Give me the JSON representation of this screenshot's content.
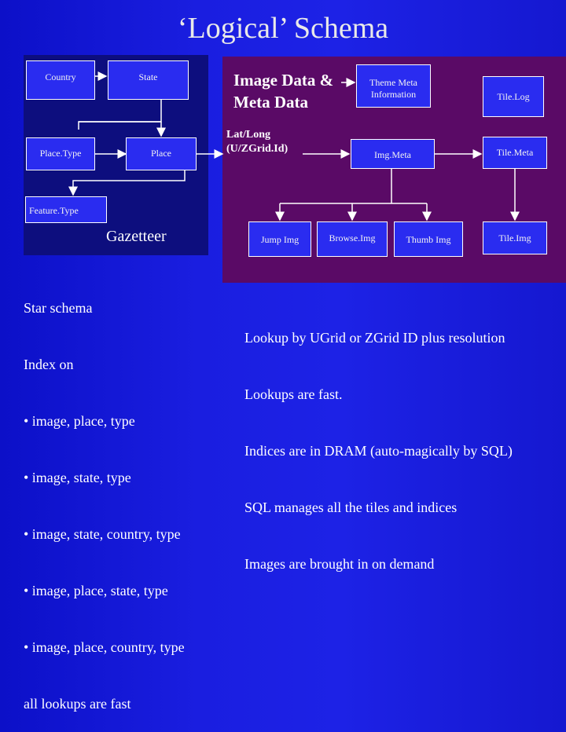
{
  "title": "‘Logical’ Schema",
  "gazetteer": {
    "label": "Gazetteer",
    "boxes": {
      "country": "Country",
      "state": "State",
      "place_type": "Place.Type",
      "place": "Place",
      "feature_type": "Feature.Type"
    }
  },
  "image_data": {
    "heading_line1": "Image Data &",
    "heading_line2": "Meta Data",
    "latlong_line1": "Lat/Long",
    "latlong_line2": "(U/ZGrid.Id)",
    "boxes": {
      "theme_meta_line1": "Theme Meta",
      "theme_meta_line2": "Information",
      "tile_log": "Tile.Log",
      "img_meta": "Img.Meta",
      "tile_meta": "Tile.Meta",
      "jump_img": "Jump Img",
      "browse_img": "Browse.Img",
      "thumb_img": "Thumb Img",
      "tile_img": "Tile.Img"
    }
  },
  "star_notes": [
    "Star schema",
    "Index on",
    "• image, place, type",
    "• image, state, type",
    "• image, state, country, type",
    "• image, place, state, type",
    "• image, place, country, type",
    "all lookups are fast"
  ],
  "lookup_notes": [
    "Lookup by UGrid or ZGrid ID plus resolution",
    "Lookups are fast.",
    "Indices are in DRAM (auto-magically by SQL)",
    "SQL manages all the tiles and indices",
    "Images are brought in on demand"
  ]
}
